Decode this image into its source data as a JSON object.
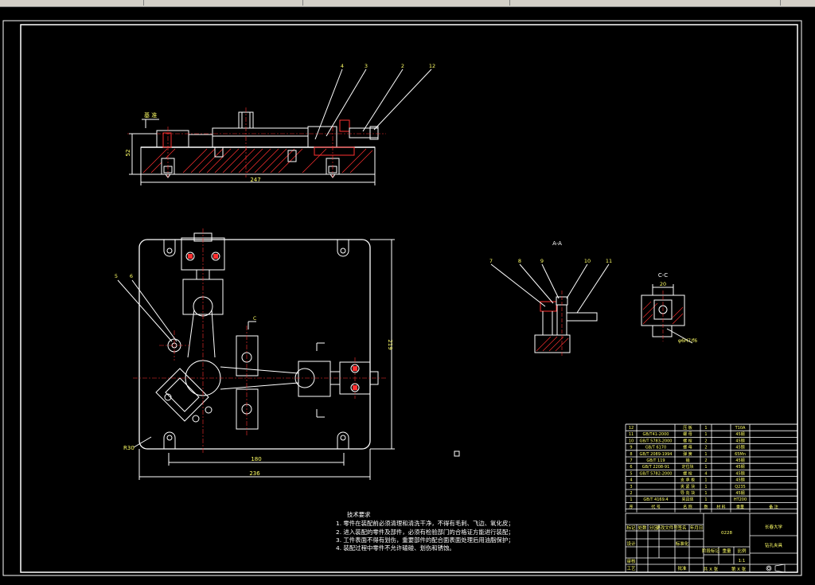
{
  "toolbar": {
    "fields": [
      "",
      "",
      "",
      "",
      ""
    ]
  },
  "view_labels": {
    "section_aa": "A-A",
    "section_cc": "C-C"
  },
  "labels": {
    "dim_top_width": "247",
    "dim_top_height": "52",
    "dim_plan_inner": "180",
    "dim_plan_width": "236",
    "dim_plan_height": "219",
    "dim_radius": "R30",
    "dim_cc_width": "20",
    "dim_fit": "φ6H7/f6",
    "cut_arrow_mark": "C",
    "base_mark": "基 准"
  },
  "balloons_top": [
    "4",
    "3",
    "2",
    "12"
  ],
  "balloons_aa": [
    "7",
    "8",
    "9",
    "10",
    "11"
  ],
  "balloons_plan": [
    "5",
    "6"
  ],
  "notes": {
    "title": "技术要求",
    "lines": [
      "1. 零件在装配前必须清理和清洗干净，不得有毛刺、飞边、氧化皮；",
      "2. 进入装配的零件及部件，必须有检验部门的合格证方能进行装配；",
      "3. 工件表面不得有划伤，重要部件的配合面表面处理后用油脂保护；",
      "4. 装配过程中零件不允许磕碰、划伤和锈蚀。"
    ]
  },
  "bom": {
    "rows": [
      {
        "no": "12",
        "code": "",
        "name": "压 板",
        "qty": "1",
        "material": "T10A"
      },
      {
        "no": "11",
        "code": "GB/T41-2000",
        "name": "螺 母",
        "qty": "1",
        "material": "45钢"
      },
      {
        "no": "10",
        "code": "GB/T 5783-2000",
        "name": "螺 栓",
        "qty": "2",
        "material": "45钢"
      },
      {
        "no": "9",
        "code": "GB/T 6170",
        "name": "螺 母",
        "qty": "2",
        "material": "45钢"
      },
      {
        "no": "8",
        "code": "GB/T 2089-1994",
        "name": "弹 簧",
        "qty": "1",
        "material": "65Mn"
      },
      {
        "no": "7",
        "code": "GB/T 119",
        "name": "销",
        "qty": "2",
        "material": "45钢"
      },
      {
        "no": "6",
        "code": "GB/T 2208-91",
        "name": "定位块",
        "qty": "1",
        "material": "45钢"
      },
      {
        "no": "5",
        "code": "GB/T 5782-2000",
        "name": "螺 栓",
        "qty": "4",
        "material": "45钢"
      },
      {
        "no": "4",
        "code": "",
        "name": "支 承 板",
        "qty": "1",
        "material": "45钢"
      },
      {
        "no": "3",
        "code": "",
        "name": "夹 紧 块",
        "qty": "1",
        "material": "Q235"
      },
      {
        "no": "2",
        "code": "",
        "name": "导 向 块",
        "qty": "1",
        "material": "45钢"
      },
      {
        "no": "1",
        "code": "GB/T 4169.4",
        "name": "夹具体",
        "qty": "1",
        "material": "HT200"
      }
    ],
    "header": {
      "no": "序",
      "code": "代 号",
      "name": "名 称",
      "qty": "数",
      "material": "材 料",
      "weight": "重量",
      "remark": "备 注"
    }
  },
  "title_block": {
    "drawing_no": "0228",
    "school": "长春大学",
    "title": "钻孔夹具",
    "scale": "1:1",
    "sheet_a": "共 X 张",
    "sheet_b": "第 X 张",
    "row_labels": [
      "标记",
      "处数",
      "分区",
      "更改文件号",
      "签名",
      "年月日"
    ],
    "design": "设计",
    "std": "标准化",
    "review": "审核",
    "process": "工艺",
    "approve": "批准",
    "stage": "阶段标记",
    "weight": "重量",
    "ratio": "比例"
  },
  "colors": {
    "bg": "#000000",
    "line": "#ffffff",
    "hatch": "#ff3030",
    "sub": "#ffff66",
    "frame": "#ffffff",
    "toolbar": "#d4d0c8"
  }
}
